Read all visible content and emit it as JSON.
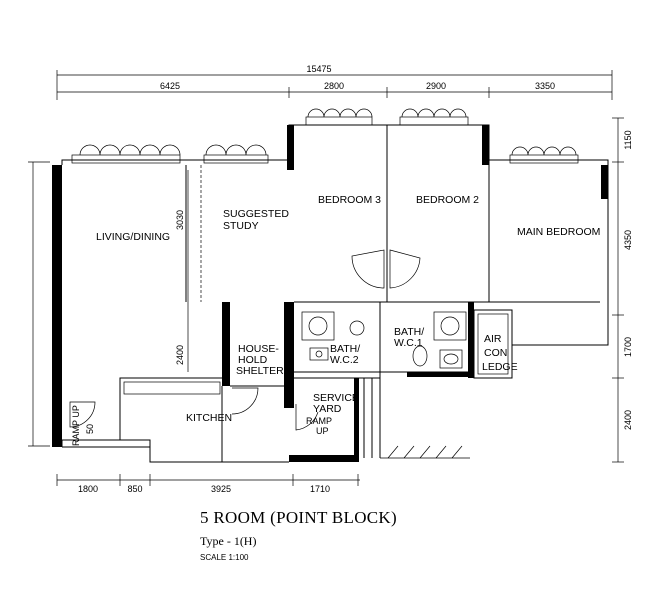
{
  "title": "5 ROOM (POINT BLOCK)",
  "type_label": "Type - 1(H)",
  "scale": "SCALE 1:100",
  "dimensions": {
    "overall": "15475",
    "top": [
      "6425",
      "2800",
      "2900",
      "3350"
    ],
    "bottom": [
      "1800",
      "850",
      "3925",
      "1710"
    ],
    "right": [
      "1150",
      "4350",
      "1700",
      "2400"
    ],
    "inner_3030": "3030",
    "inner_2400": "2400",
    "ramp_50": "50"
  },
  "rooms": {
    "living_dining": "LIVING/DINING",
    "study": [
      "SUGGESTED",
      "STUDY"
    ],
    "bedroom3": "BEDROOM 3",
    "bedroom2": "BEDROOM 2",
    "main_bedroom": "MAIN BEDROOM",
    "shelter": [
      "HOUSE-",
      "HOLD",
      "SHELTER"
    ],
    "bath2": [
      "BATH/",
      "W.C.2"
    ],
    "bath1": [
      "BATH/",
      "W.C.1"
    ],
    "aircon": [
      "AIR",
      "CON",
      "LEDGE"
    ],
    "kitchen": "KITCHEN",
    "service_yard": [
      "SERVICE",
      "YARD"
    ],
    "ramp_up_yard": [
      "RAMP",
      "UP"
    ],
    "ramp_up_entry": "RAMP UP"
  }
}
